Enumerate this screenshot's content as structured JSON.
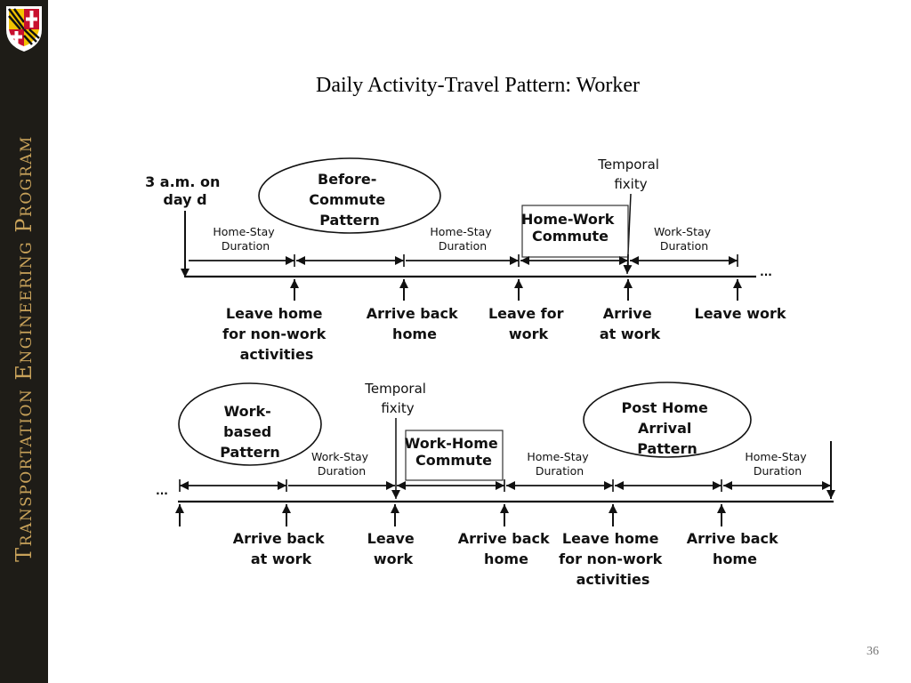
{
  "sidebar": {
    "program_name": "Transportation Engineering Program"
  },
  "slide": {
    "title": "Daily Activity-Travel Pattern: Worker",
    "page_number": "36"
  },
  "timeline1": {
    "start_label": [
      "3 a.m. on",
      "day d"
    ],
    "ellipse_label": [
      "Before-",
      "Commute",
      "Pattern"
    ],
    "temporal_fixity": [
      "Temporal",
      "fixity"
    ],
    "box_label": [
      "Home-Work",
      "Commute"
    ],
    "durations": [
      {
        "lines": [
          "Home-Stay",
          "Duration"
        ]
      },
      {
        "lines": [
          "Home-Stay",
          "Duration"
        ]
      },
      {
        "lines": [
          "Work-Stay",
          "Duration"
        ]
      }
    ],
    "continuation": "...",
    "events": [
      {
        "lines": [
          "Leave home",
          "for non-work",
          "activities"
        ]
      },
      {
        "lines": [
          "Arrive back",
          "home"
        ]
      },
      {
        "lines": [
          "Leave for",
          "work"
        ]
      },
      {
        "lines": [
          "Arrive",
          "at work"
        ]
      },
      {
        "lines": [
          "Leave work"
        ]
      }
    ]
  },
  "timeline2": {
    "continuation": "...",
    "ellipse_left_label": [
      "Work-",
      "based",
      "Pattern"
    ],
    "temporal_fixity": [
      "Temporal",
      "fixity"
    ],
    "box_label": [
      "Work-Home",
      "Commute"
    ],
    "ellipse_right_label": [
      "Post Home",
      "Arrival",
      "Pattern"
    ],
    "durations": [
      {
        "lines": [
          "Work-Stay",
          "Duration"
        ]
      },
      {
        "lines": [
          "Home-Stay",
          "Duration"
        ]
      },
      {
        "lines": [
          "Home-Stay",
          "Duration"
        ]
      }
    ],
    "events": [
      {
        "lines": [
          "Arrive back",
          "at work"
        ]
      },
      {
        "lines": [
          "Leave",
          "work"
        ]
      },
      {
        "lines": [
          "Arrive back",
          "home"
        ]
      },
      {
        "lines": [
          "Leave home",
          "for non-work",
          "activities"
        ]
      },
      {
        "lines": [
          "Arrive back",
          "home"
        ]
      }
    ]
  },
  "colors": {
    "sidebar": "#1e1c17",
    "sidebar_text": "#c8a25a",
    "maryland_red": "#c8102e",
    "maryland_gold": "#f2c300"
  }
}
